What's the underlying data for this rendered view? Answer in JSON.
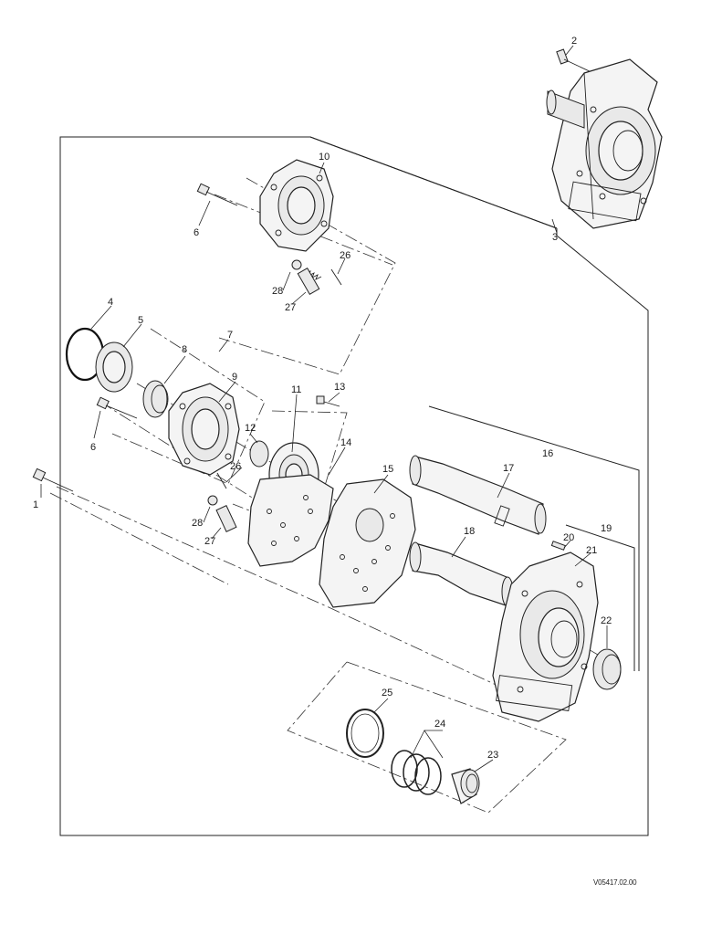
{
  "diagram": {
    "labels": [
      "1",
      "2",
      "3",
      "4",
      "5",
      "6",
      "6",
      "7",
      "8",
      "9",
      "10",
      "11",
      "12",
      "13",
      "14",
      "15",
      "16",
      "17",
      "18",
      "19",
      "20",
      "21",
      "22",
      "23",
      "24",
      "25",
      "26",
      "26",
      "27",
      "27",
      "28",
      "28"
    ],
    "reference_code": "V05417.02.00"
  }
}
